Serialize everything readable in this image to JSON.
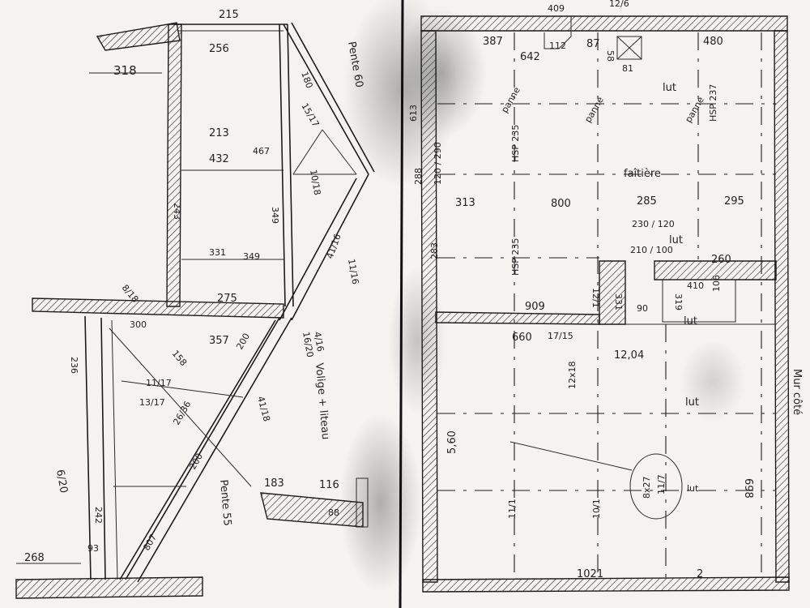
{
  "left_sheet": {
    "dims": {
      "d215": "215",
      "d256": "256",
      "d318": "318",
      "d180": "180",
      "d213": "213",
      "d432": "432",
      "d467": "467",
      "d15_17": "15/17",
      "d10_18": "10/18",
      "d243": "243",
      "d349": "349",
      "d331": "331",
      "d275": "275",
      "d236": "236",
      "d300": "300",
      "d357": "357",
      "d158": "158",
      "d11_17": "11/17",
      "d13_17": "13/17",
      "d200": "200",
      "d41_18": "41/18",
      "d41_16": "41/16",
      "d16_20": "16/20",
      "d242": "242",
      "d268": "268",
      "d93": "93",
      "d807": "807",
      "d26_36": "26/36",
      "d183": "183",
      "d116": "116",
      "d88": "88",
      "d8_18": "8/18",
      "d11_16": "11/16"
    },
    "notes": {
      "pente_top": "Pente 60",
      "pente_bottom": "Pente 55",
      "volige": "Volige + liteau",
      "entrait": "6/20",
      "nore": "4/16"
    }
  },
  "right_sheet": {
    "dims": {
      "d409": "409",
      "d12_6": "12/6",
      "d387": "387",
      "d642": "642",
      "d112": "112",
      "d87": "87",
      "d58": "58",
      "d81": "81",
      "d480": "480",
      "d613": "613",
      "d288": "288",
      "d120_290": "120 / 290",
      "d313": "313",
      "d800": "800",
      "d285": "285",
      "d295": "295",
      "d230_120": "230 / 120",
      "d210_100": "210 / 100",
      "d283": "283",
      "d260": "260",
      "d410": "410",
      "d909": "909",
      "d660": "660",
      "d12_04": "12,04",
      "d5_60": "5,60",
      "d698": "698",
      "d1021": "1021",
      "d331": "331",
      "d90": "90",
      "d319": "319",
      "d106": "106",
      "d12_1": "12/1",
      "d17_15": "17/15"
    },
    "notes": {
      "lut1": "lut",
      "lut2": "lut",
      "lut3": "lut",
      "lut4": "lut",
      "lut5": "lut",
      "faitiere": "faîtière",
      "panne1": "panne",
      "panne2": "panne",
      "panne3": "panne",
      "right_note": "Mur côté",
      "sec1": "HSP 235",
      "sec2": "HSP 235",
      "sec3": "HSP 237",
      "sec4": "11/1",
      "sec5": "10/1",
      "solive1": "12x18",
      "solive2": "8x27",
      "circle_note": "11/7",
      "small_note": "2"
    }
  }
}
